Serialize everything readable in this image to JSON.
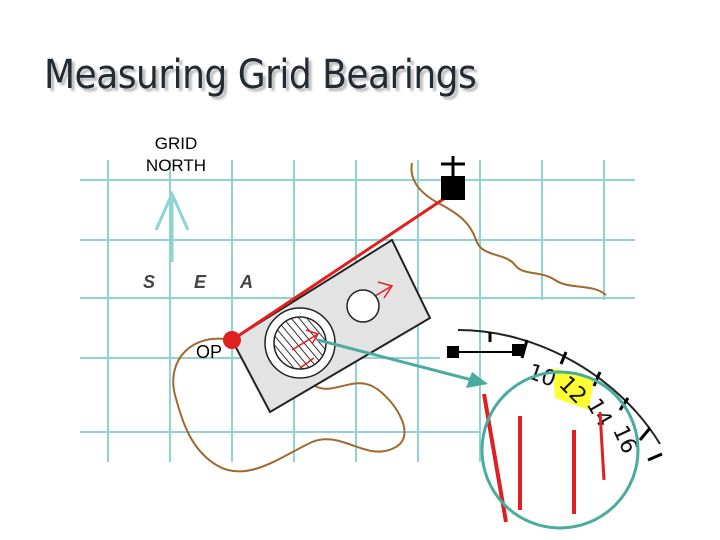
{
  "title": "Measuring Grid Bearings",
  "labels": {
    "grid_north": "GRID\nNORTH",
    "op": "OP",
    "s": "S",
    "e": "E",
    "a": "A"
  },
  "scale_numbers": [
    "10",
    "12",
    "14",
    "16"
  ],
  "colors": {
    "grid": "#8fd3d3",
    "contour": "#a0692e",
    "bearing_line": "#e02020",
    "pointer": "#4aab9f",
    "highlight": "#ffff33",
    "protractor_fill": "#e3e3e3"
  }
}
